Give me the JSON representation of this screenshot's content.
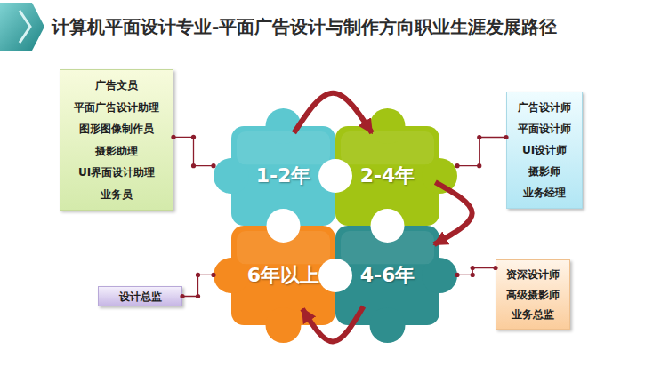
{
  "diagram": {
    "title": "计算机平面设计专业-平面广告设计与制作方向职业生涯发展路径",
    "nodes": [
      {
        "text": [
          "广告文员",
          "平面广告设计助理",
          "图形图像制作员",
          "摄影助理",
          "UI界面设计助理",
          "业务员"
        ]
      },
      {
        "text": [
          "1-2年"
        ]
      },
      {
        "text": [
          "2-4年"
        ]
      },
      {
        "text": [
          "广告设计师",
          "平面设计师",
          "UI设计师",
          "摄影师",
          "业务经理"
        ]
      },
      {
        "text": [
          "设计总监"
        ]
      },
      {
        "text": [
          "6年以上"
        ]
      },
      {
        "text": [
          "4-6年"
        ]
      },
      {
        "text": [
          "资深设计师",
          "高级摄影师",
          "业务总监"
        ]
      }
    ],
    "edges": [
      {
        "from": 1,
        "to": 2,
        "arrow": "to"
      },
      {
        "from": 2,
        "to": 6,
        "arrow": "to"
      },
      {
        "from": 6,
        "to": 5,
        "arrow": "to"
      },
      {
        "from": 0,
        "to": 1,
        "arrow": "none"
      },
      {
        "from": 2,
        "to": 3,
        "arrow": "none"
      },
      {
        "from": 4,
        "to": 5,
        "arrow": "none"
      },
      {
        "from": 6,
        "to": 7,
        "arrow": "none"
      }
    ]
  }
}
